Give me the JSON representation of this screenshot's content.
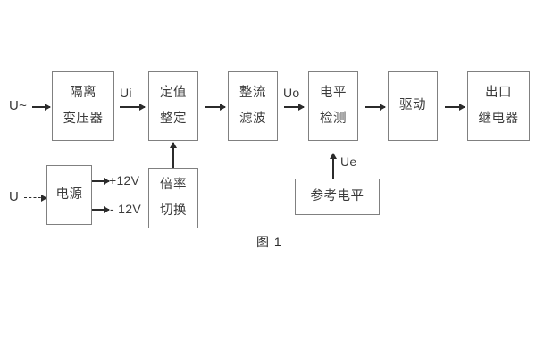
{
  "diagram": {
    "caption": "图 1",
    "colors": {
      "border": "#808080",
      "text": "#3a3a3a",
      "arrow": "#2b2b2b",
      "background": "#ffffff"
    },
    "blocks": {
      "isolation_transformer": {
        "line1": "隔离",
        "line2": "变压器"
      },
      "setting_value": {
        "line1": "定值",
        "line2": "整定"
      },
      "rectify_filter": {
        "line1": "整流",
        "line2": "滤波"
      },
      "level_detect": {
        "line1": "电平",
        "line2": "检测"
      },
      "drive": {
        "line1": "驱动"
      },
      "output_relay": {
        "line1": "出口",
        "line2": "继电器"
      },
      "power_supply": {
        "line1": "电源"
      },
      "multiplier_switch": {
        "line1": "倍率",
        "line2": "切换"
      },
      "reference_level": {
        "line1": "参考电平"
      }
    },
    "signals": {
      "input_ac": "U~",
      "ui": "Ui",
      "uo": "Uo",
      "ue": "Ue",
      "input_dc": "U",
      "pos12v": "+12V",
      "neg12v": "- 12V"
    }
  }
}
